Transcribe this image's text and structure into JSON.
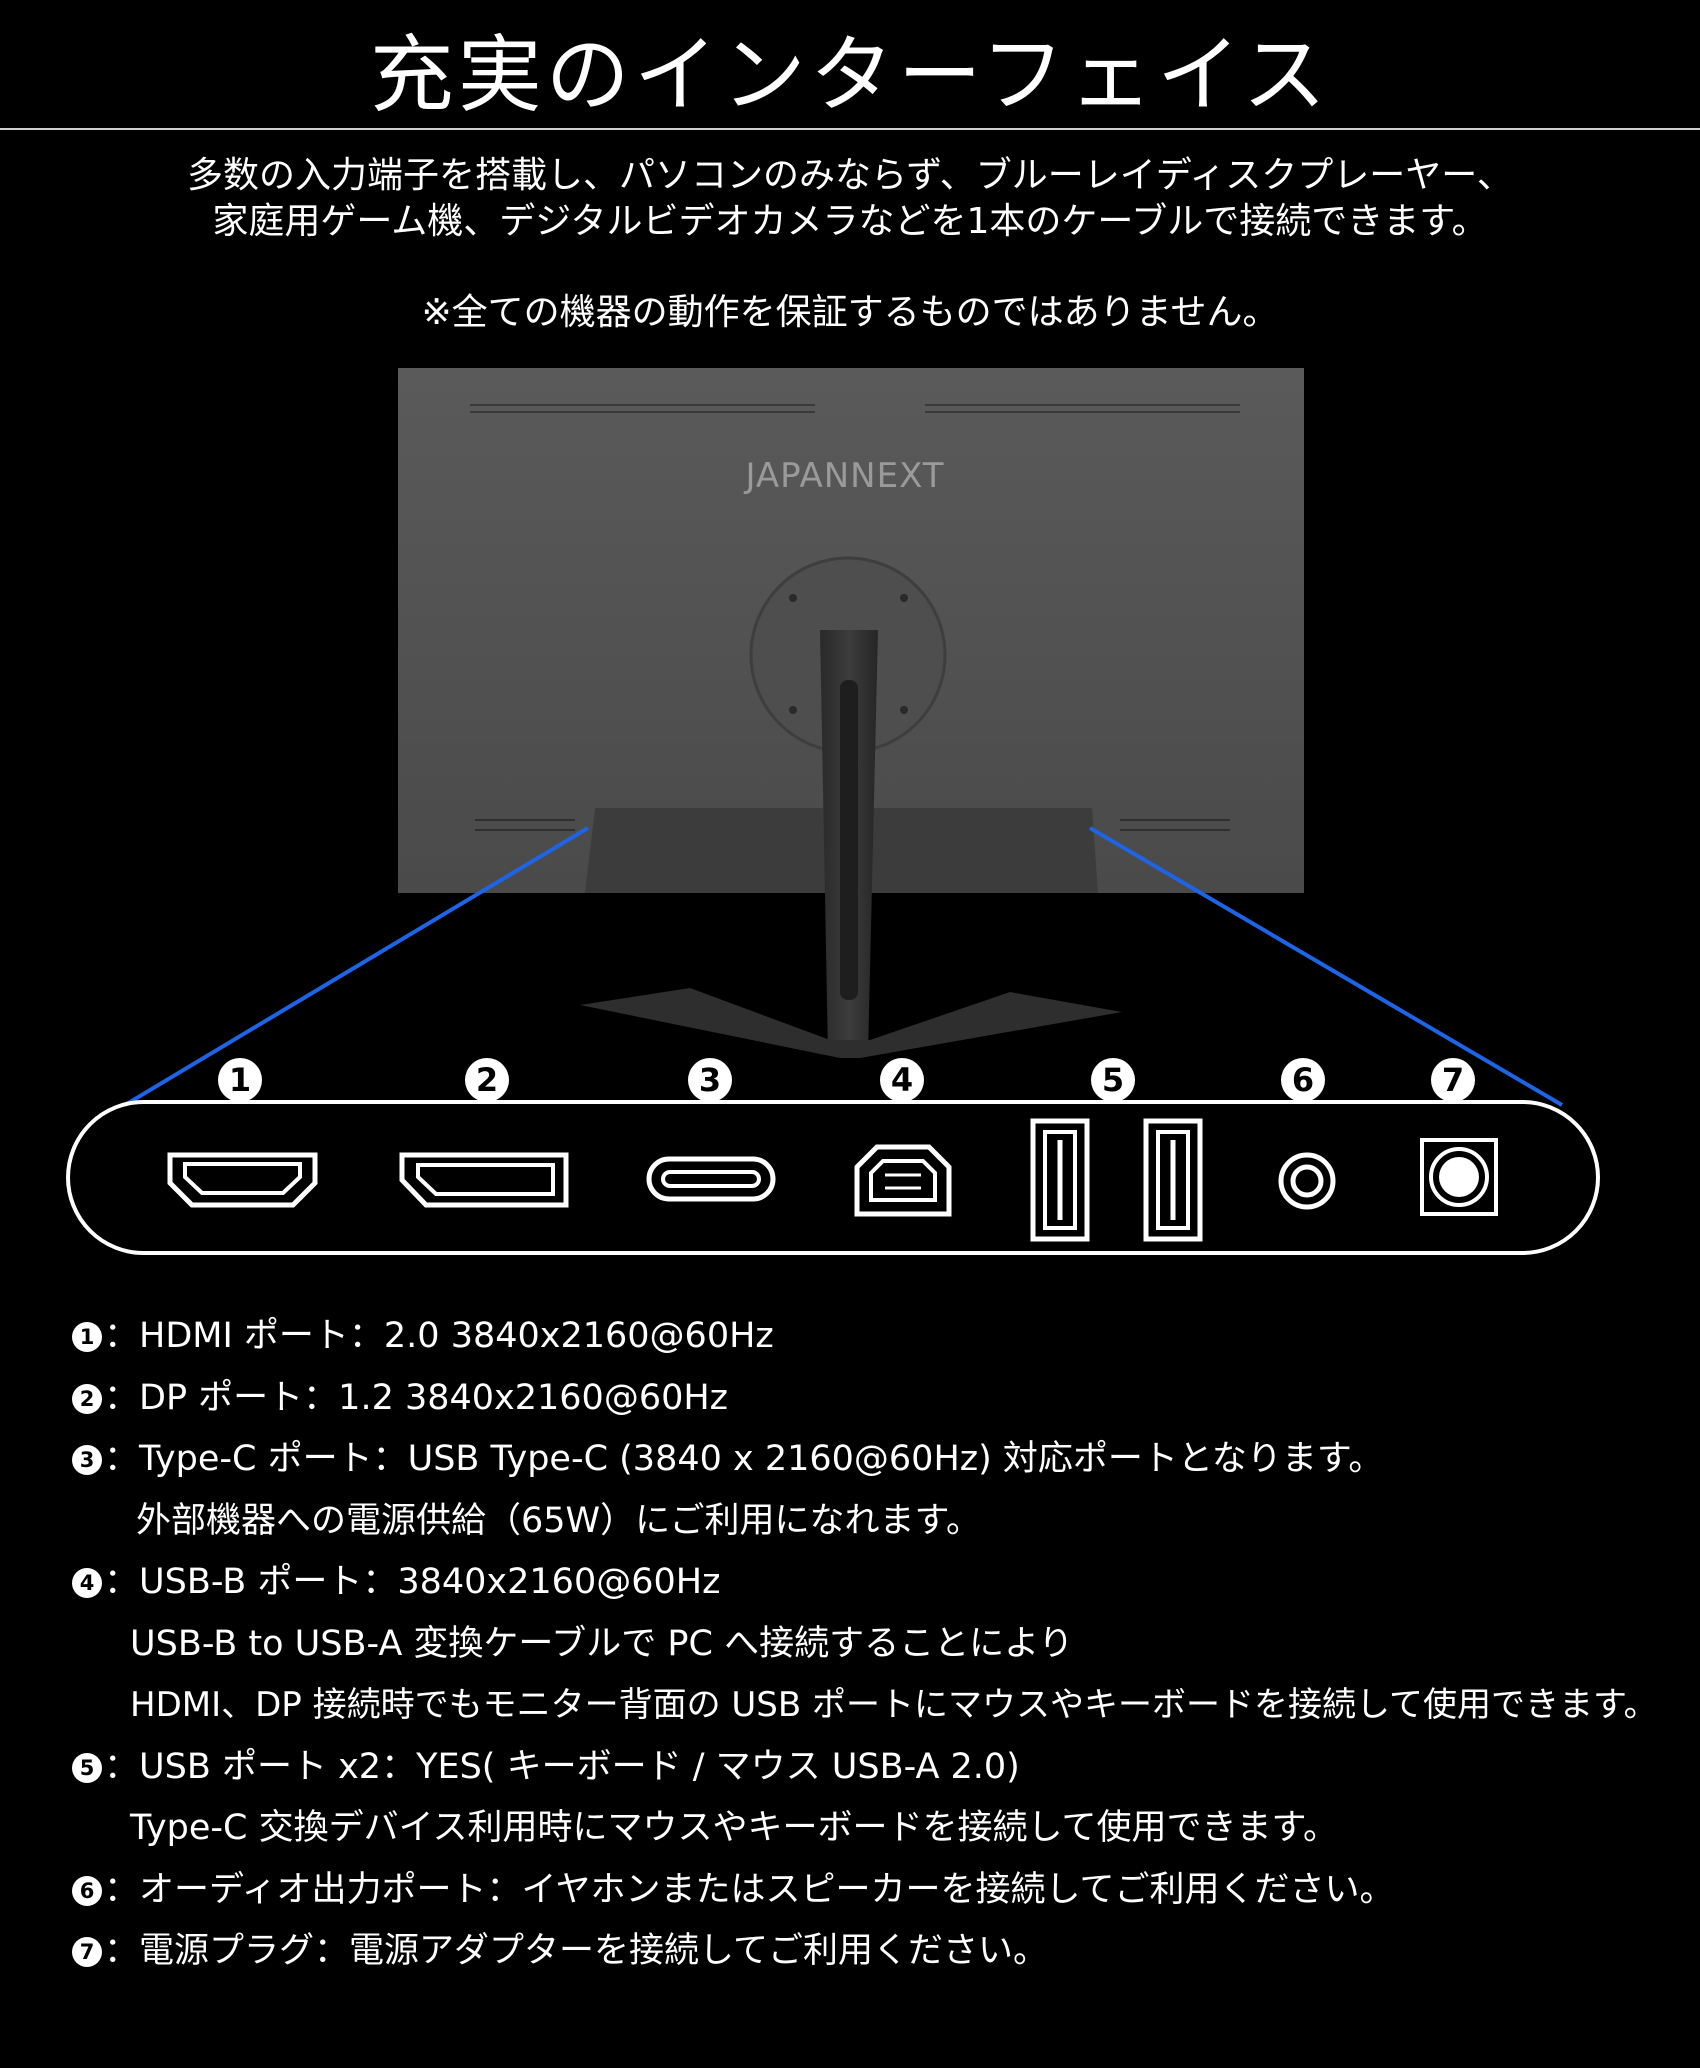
{
  "title": "充実のインターフェイス",
  "intro": {
    "line1": "多数の入力端子を搭載し、パソコンのみならず、ブルーレイディスクプレーヤー、",
    "line2": "家庭用ゲーム機、デジタルビデオカメラなどを1本のケーブルで接続できます。"
  },
  "note": "※全ての機器の動作を保証するものではありません。",
  "monitor": {
    "brand": "JAPANNEXT"
  },
  "ports": [
    {
      "number": "1",
      "icon": "hdmi-port-icon"
    },
    {
      "number": "2",
      "icon": "displayport-icon"
    },
    {
      "number": "3",
      "icon": "usb-type-c-icon"
    },
    {
      "number": "4",
      "icon": "usb-b-port-icon"
    },
    {
      "number": "5",
      "icon": "usb-a-port-icon"
    },
    {
      "number": "6",
      "icon": "audio-jack-icon"
    },
    {
      "number": "7",
      "icon": "power-plug-icon"
    }
  ],
  "specs": [
    {
      "badge": "1",
      "text": "：HDMI ポート：2.0 3840x2160@60Hz"
    },
    {
      "badge": "2",
      "text": "：DP ポート：1.2 3840x2160@60Hz"
    },
    {
      "badge": "3",
      "text": "：Type-C ポート：USB Type-C (3840 x 2160@60Hz) 対応ポートとなります。"
    },
    {
      "badge": "",
      "text": "外部機器への電源供給（65W）にご利用になれます。"
    },
    {
      "badge": "4",
      "text": "：USB-B ポート：3840x2160@60Hz"
    },
    {
      "badge": "",
      "text": "USB-B to USB-A 変換ケーブルで PC へ接続することにより"
    },
    {
      "badge": "",
      "text": "HDMI、DP 接続時でもモニター背面の USB ポートにマウスやキーボードを接続して使用できます。"
    },
    {
      "badge": "5",
      "text": "：USB ポート x2：YES( キーボード / マウス USB-A 2.0)"
    },
    {
      "badge": "",
      "text": "Type-C 交換デバイス利用時にマウスやキーボードを接続して使用できます。"
    },
    {
      "badge": "6",
      "text": "：オーディオ出力ポート：イヤホンまたはスピーカーを接続してご利用ください。"
    },
    {
      "badge": "7",
      "text": "：電源プラグ：電源アダプターを接続してご利用ください。"
    }
  ],
  "colors": {
    "background": "#000000",
    "callout_line": "#1e64e6",
    "monitor_body": "#555555"
  }
}
